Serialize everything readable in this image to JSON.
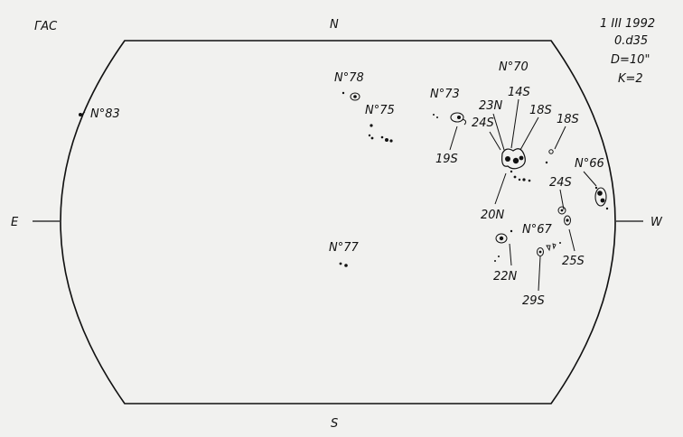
{
  "header": {
    "observatory": "ГАС",
    "date": "1 III 1992",
    "time": "0.d35",
    "diameter": "D=10\"",
    "k": "K=2"
  },
  "compass": {
    "north": "N",
    "south": "S",
    "east": "E",
    "west": "W"
  },
  "regions": {
    "r83": "N°83",
    "r78": "N°78",
    "r75": "N°75",
    "r73": "N°73",
    "r70": "N°70",
    "r66": "N°66",
    "r67": "N°67",
    "r77": "N°77"
  },
  "latitudes": {
    "l23n": "23N",
    "l14s": "14S",
    "l24s_a": "24S",
    "l18s_a": "18S",
    "l18s_b": "18S",
    "l19s": "19S",
    "l20n": "20N",
    "l24s_b": "24S",
    "l25s": "25S",
    "l22n": "22N",
    "l29s": "29S"
  },
  "colors": {
    "ink": "#111111",
    "paper": "#f1f1ef"
  }
}
